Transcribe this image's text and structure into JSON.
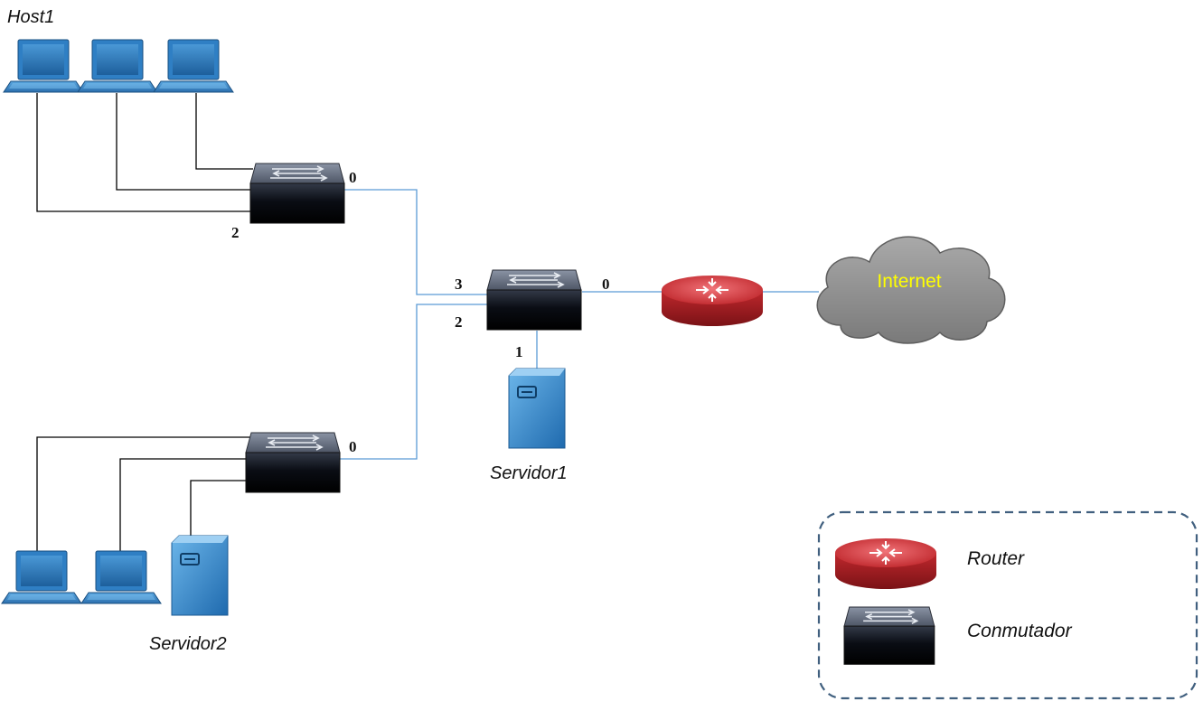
{
  "labels": {
    "host1": "Host1",
    "servidor1": "Servidor1",
    "servidor2": "Servidor2",
    "internet": "Internet"
  },
  "ports": {
    "top_switch_uplink": "0",
    "top_switch_host1": "2",
    "core_switch_top": "3",
    "core_switch_bottom": "2",
    "core_switch_router": "0",
    "core_switch_server": "1",
    "bottom_switch_uplink": "0"
  },
  "legend": {
    "router_label": "Router",
    "switch_label": "Conmutador"
  },
  "colors": {
    "uplink_line": "#5b9bd5",
    "access_line": "#000000",
    "internet_text": "#ffff00",
    "router_red": "#c0282d",
    "legend_border": "#41607f"
  },
  "icons": {
    "laptop": "laptop-icon",
    "server": "server-icon",
    "switch": "switch-icon",
    "router": "router-icon",
    "cloud": "cloud-icon"
  }
}
